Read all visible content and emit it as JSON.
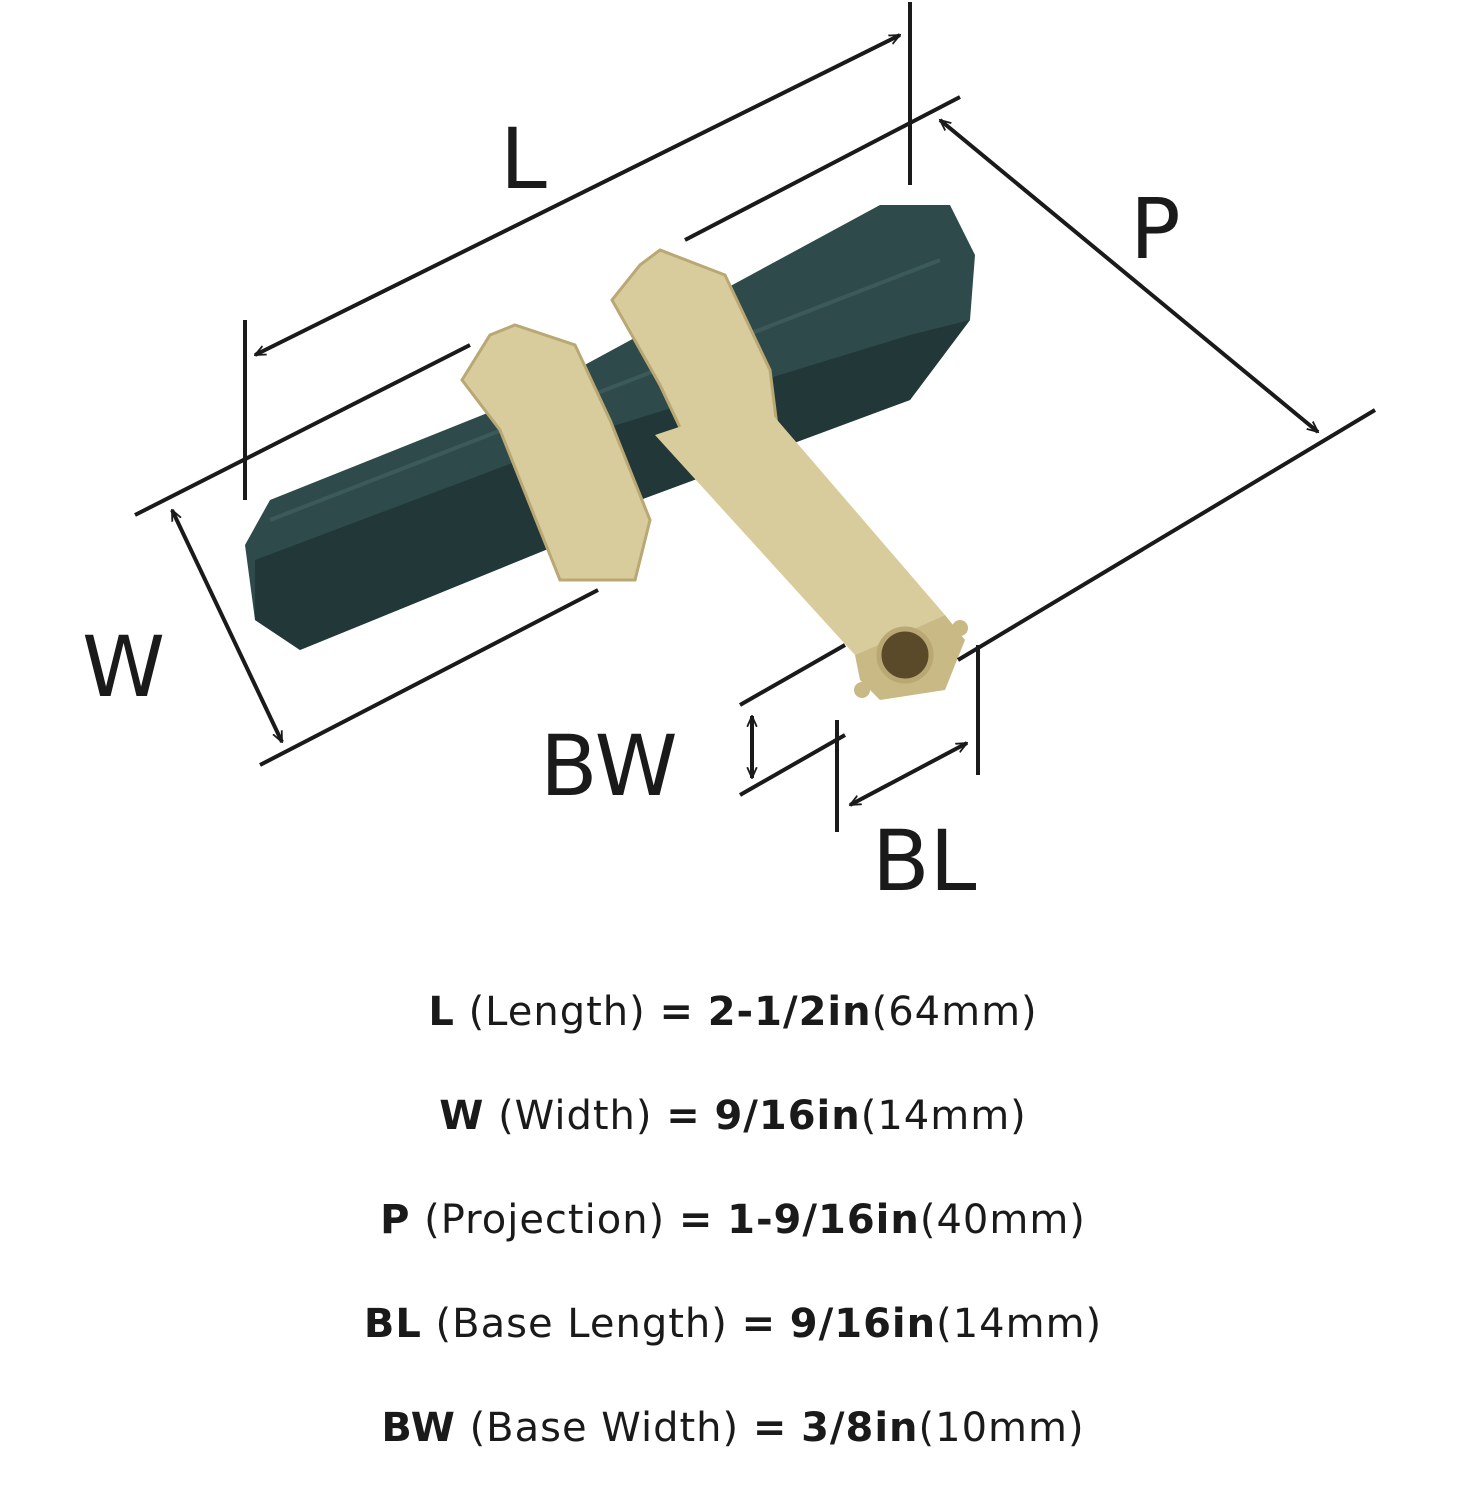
{
  "labels": {
    "length": "L",
    "width": "W",
    "projection": "P",
    "base_width": "BW",
    "base_length": "BL"
  },
  "specs": [
    {
      "code": "L",
      "name": "(Length)",
      "eq": "=",
      "inch": "2-1/2in",
      "mm": "(64mm)"
    },
    {
      "code": "W",
      "name": "(Width)",
      "eq": "=",
      "inch": "9/16in",
      "mm": "(14mm)"
    },
    {
      "code": "P",
      "name": "(Projection)",
      "eq": "=",
      "inch": "1-9/16in",
      "mm": "(40mm)"
    },
    {
      "code": "BL",
      "name": "(Base Length)",
      "eq": "=",
      "inch": "9/16in",
      "mm": "(14mm)"
    },
    {
      "code": "BW",
      "name": "(Base Width)",
      "eq": "=",
      "inch": "3/8in",
      "mm": "(10mm)"
    }
  ],
  "colors": {
    "bar": "#2f4a4a",
    "bar_dark": "#223838",
    "brass": "#d9cc9c",
    "brass_dark": "#b9a874",
    "line": "#1a1a1a"
  }
}
